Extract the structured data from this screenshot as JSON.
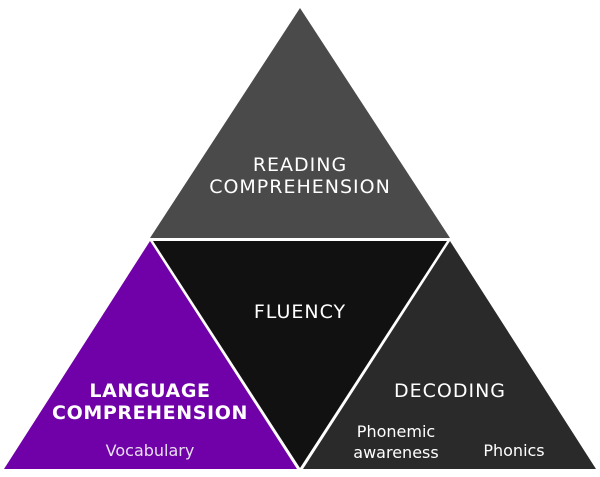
{
  "diagram": {
    "colors": {
      "top": "#4a4a4a",
      "center": "#111111",
      "left": "#7000a8",
      "right": "#2a2a2a",
      "text": "#ffffff"
    },
    "top": {
      "line1": "READING",
      "line2": "COMPREHENSION"
    },
    "center": {
      "label": "FLUENCY"
    },
    "left": {
      "line1": "LANGUAGE",
      "line2": "COMPREHENSION",
      "sub": "Vocabulary"
    },
    "right": {
      "label": "DECODING",
      "sub_left_line1": "Phonemic",
      "sub_left_line2": "awareness",
      "sub_right": "Phonics"
    }
  }
}
